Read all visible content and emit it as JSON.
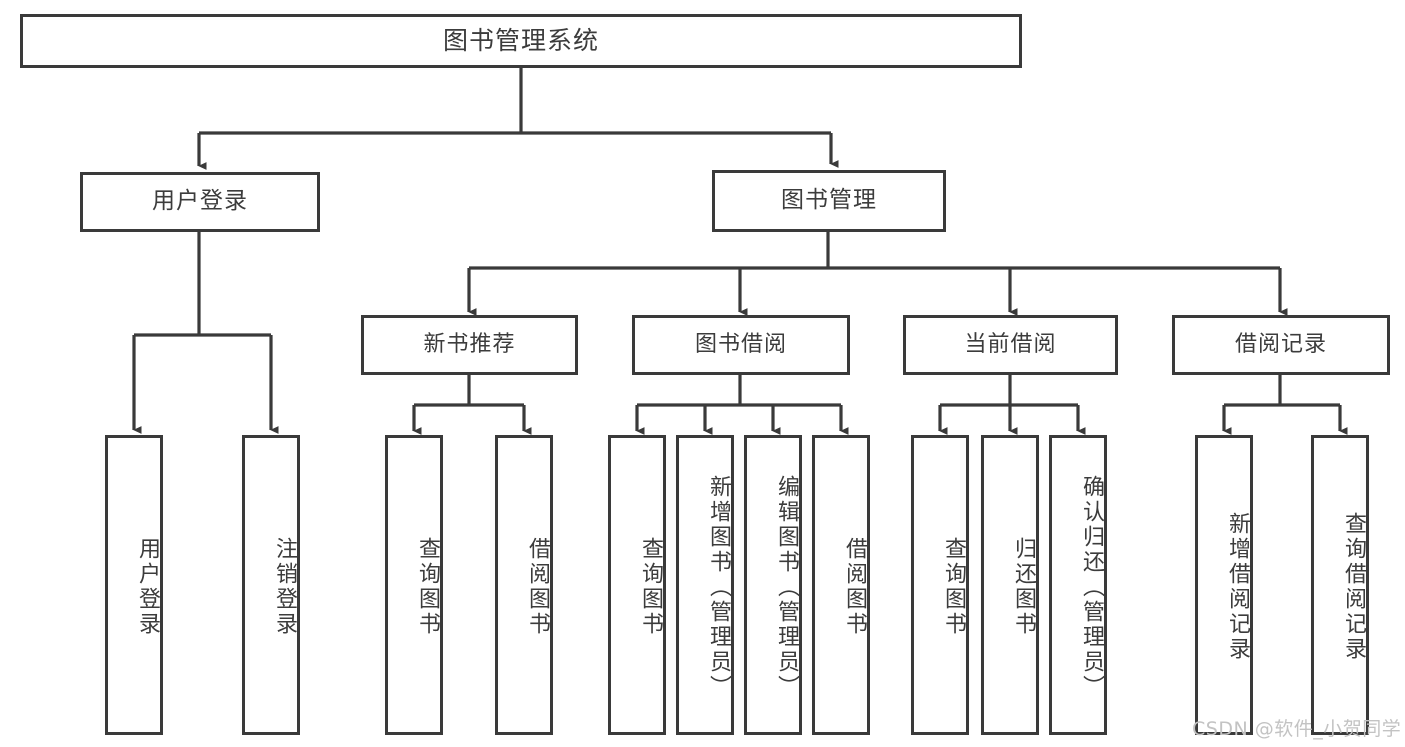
{
  "diagram": {
    "title": "图书管理系统",
    "type": "tree-hierarchy-chart",
    "root": {
      "id": "root",
      "label": "图书管理系统"
    },
    "level1": [
      {
        "id": "user-login",
        "label": "用户登录"
      },
      {
        "id": "book-management",
        "label": "图书管理"
      }
    ],
    "level2": [
      {
        "id": "new-book-recommend",
        "label": "新书推荐",
        "parent": "book-management"
      },
      {
        "id": "book-borrow",
        "label": "图书借阅",
        "parent": "book-management"
      },
      {
        "id": "current-borrow",
        "label": "当前借阅",
        "parent": "book-management"
      },
      {
        "id": "borrow-record",
        "label": "借阅记录",
        "parent": "book-management"
      }
    ],
    "leaves": {
      "user_login": [
        {
          "id": "leaf-user-login",
          "label": "用户登录"
        },
        {
          "id": "leaf-logout-login",
          "label": "注销登录"
        }
      ],
      "new_book_recommend": [
        {
          "id": "leaf-query-book-1",
          "label": "查询图书"
        },
        {
          "id": "leaf-borrow-book-1",
          "label": "借阅图书"
        }
      ],
      "book_borrow": [
        {
          "id": "leaf-query-book-2",
          "label": "查询图书"
        },
        {
          "id": "leaf-add-book",
          "label": "新增图书（管理员）"
        },
        {
          "id": "leaf-edit-book",
          "label": "编辑图书（管理员）"
        },
        {
          "id": "leaf-borrow-book-2",
          "label": "借阅图书"
        }
      ],
      "current_borrow": [
        {
          "id": "leaf-query-book-3",
          "label": "查询图书"
        },
        {
          "id": "leaf-return-book",
          "label": "归还图书"
        },
        {
          "id": "leaf-confirm-return",
          "label": "确认归还（管理员）"
        }
      ],
      "borrow_record": [
        {
          "id": "leaf-add-record",
          "label": "新增借阅记录"
        },
        {
          "id": "leaf-query-record",
          "label": "查询借阅记录"
        }
      ]
    },
    "watermark": "CSDN @软件_小贺同学",
    "colors": {
      "border": "#3a3a3a",
      "text": "#3c3c3c",
      "background": "#ffffff",
      "connector": "#3a3a3a",
      "watermark": "#c3c3c3"
    }
  }
}
